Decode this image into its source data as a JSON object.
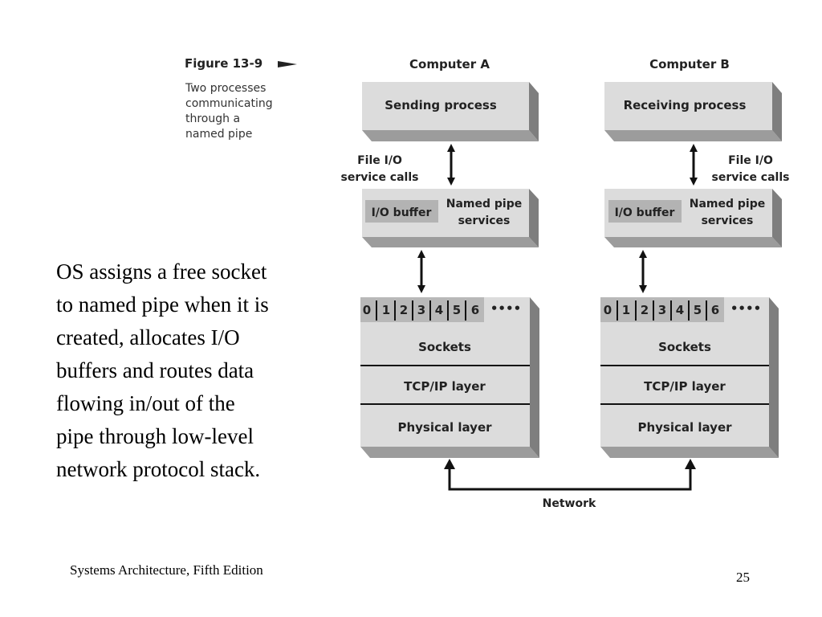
{
  "figure": {
    "number": "Figure 13-9",
    "caption_lines": [
      "Two processes",
      "communicating",
      "through a",
      "named pipe"
    ]
  },
  "computer_a": {
    "title": "Computer A",
    "process": "Sending process",
    "service_calls": [
      "File I/O",
      "service calls"
    ],
    "io_buffer": "I/O buffer",
    "pipe_services": [
      "Named pipe",
      "services"
    ],
    "sockets": "Sockets",
    "tcp": "TCP/IP layer",
    "physical": "Physical layer"
  },
  "computer_b": {
    "title": "Computer B",
    "process": "Receiving process",
    "service_calls": [
      "File I/O",
      "service calls"
    ],
    "io_buffer": "I/O buffer",
    "pipe_services": [
      "Named pipe",
      "services"
    ],
    "sockets": "Sockets",
    "tcp": "TCP/IP layer",
    "physical": "Physical layer"
  },
  "socket_numbers": [
    "0",
    "1",
    "2",
    "3",
    "4",
    "5",
    "6"
  ],
  "socket_ellipsis": "••••",
  "network_label": "Network",
  "body_lines": [
    "OS assigns a free socket",
    "to named pipe when it is",
    "created, allocates I/O",
    "buffers and routes data",
    "flowing in/out of the",
    "pipe through low-level",
    "network protocol stack."
  ],
  "footer": {
    "book": "Systems Architecture, Fifth Edition",
    "page": "25"
  }
}
